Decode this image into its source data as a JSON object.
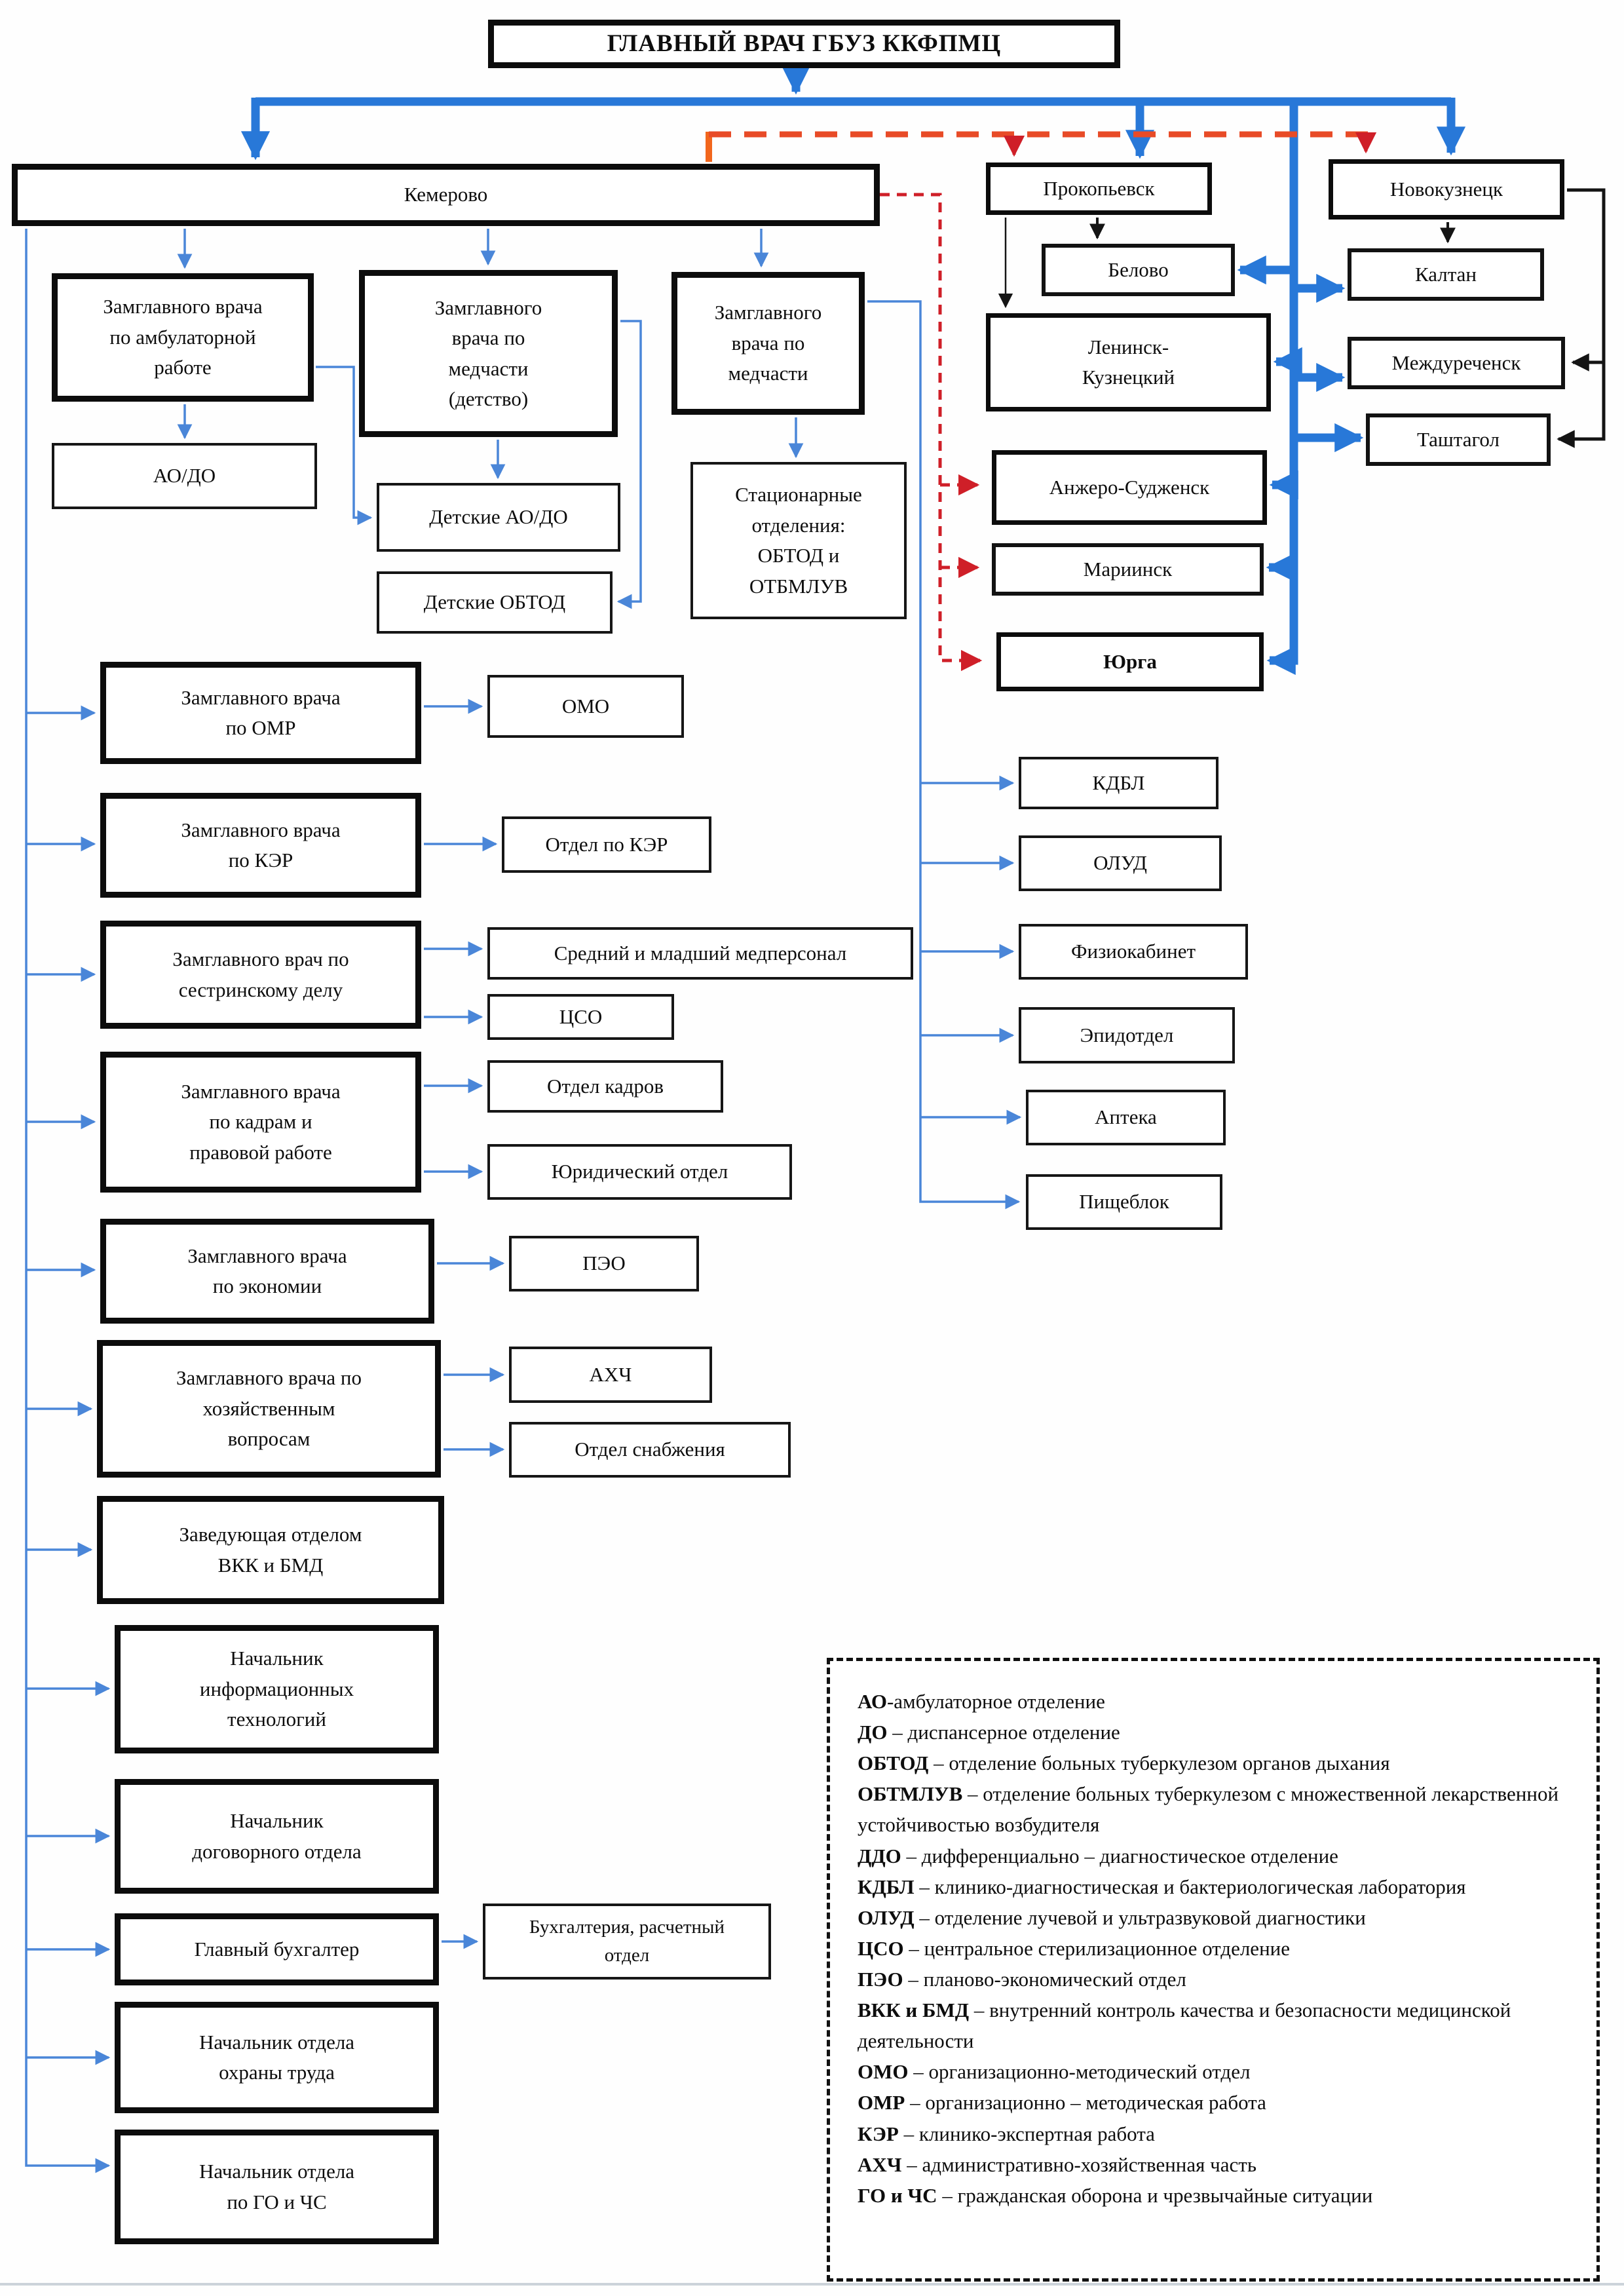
{
  "title": "ГЛАВНЫЙ ВРАЧ ГБУЗ ККФПМЦ",
  "colors": {
    "blue": "#2878d8",
    "blue2": "#4a86d8",
    "black": "#141414",
    "orange": "#f2661c",
    "redorange": "#e84b27",
    "crimson": "#cf1f28"
  },
  "nodes": {
    "glavvrach": {
      "label": "ГЛАВНЫЙ ВРАЧ ГБУЗ ККФПМЦ"
    },
    "kemerovo": {
      "label": "Кемерово"
    },
    "amb": {
      "label": "Замглавного врача\nпо амбулаторной\nработе"
    },
    "ao_do": {
      "label": "АО/ДО"
    },
    "detstvo": {
      "label": "Замглавного\nврача по\nмедчасти\n(детство)"
    },
    "det_aodo": {
      "label": "Детские АО/ДО"
    },
    "det_obtod": {
      "label": "Детские ОБТОД"
    },
    "medchasti": {
      "label": "Замглавного\nврача по\nмедчасти"
    },
    "stacionar": {
      "label": "Стационарные\nотделения:\nОБТОД и\nОТБМЛУВ"
    },
    "prokopyevsk": {
      "label": "Прокопьевск"
    },
    "belovo": {
      "label": "Белово"
    },
    "leninsk": {
      "label": "Ленинск-\nКузнецкий"
    },
    "anzhero": {
      "label": "Анжеро-Судженск"
    },
    "mariinsk": {
      "label": "Мариинск"
    },
    "yurga": {
      "label": "Юрга"
    },
    "novokuznetsk": {
      "label": "Новокузнецк"
    },
    "kaltan": {
      "label": "Калтан"
    },
    "mezhdurechensk": {
      "label": "Междуреченск"
    },
    "tashtagol": {
      "label": "Таштагол"
    },
    "kdbl": {
      "label": "КДБЛ"
    },
    "olud": {
      "label": "ОЛУД"
    },
    "fiziokab": {
      "label": "Физиокабинет"
    },
    "epidotdel": {
      "label": "Эпидотдел"
    },
    "apteka": {
      "label": "Аптека"
    },
    "pishcheblok": {
      "label": "Пищеблок"
    },
    "omr": {
      "label": "Замглавного врача\nпо ОМР"
    },
    "omo": {
      "label": "ОМО"
    },
    "ker": {
      "label": "Замглавного врача\nпо КЭР"
    },
    "otdel_ker": {
      "label": "Отдел по КЭР"
    },
    "sestr": {
      "label": "Замглавного врач по\nсестринскому делу"
    },
    "sredniy": {
      "label": "Средний и младший медперсонал"
    },
    "cso": {
      "label": "ЦСО"
    },
    "kadram": {
      "label": "Замглавного врача\nпо кадрам и\nправовой работе"
    },
    "otdel_kadrov": {
      "label": "Отдел кадров"
    },
    "yurid": {
      "label": "Юридический отдел"
    },
    "ekonomii": {
      "label": "Замглавного врача\nпо экономии"
    },
    "peo": {
      "label": "ПЭО"
    },
    "khoz": {
      "label": "Замглавного врача по\nхозяйственным\nвопросам"
    },
    "ahch": {
      "label": "АХЧ"
    },
    "snab": {
      "label": "Отдел снабжения"
    },
    "vkk": {
      "label": "Заведующая отделом\nВКК и БМД"
    },
    "it": {
      "label": "Начальник\nинформационных\nтехнологий"
    },
    "dogovor": {
      "label": "Начальник\nдоговорного отдела"
    },
    "buhgalter": {
      "label": "Главный бухгалтер"
    },
    "buh_otdel": {
      "label": "Бухгалтерия, расчетный\nотдел"
    },
    "ohrana": {
      "label": "Начальник отдела\nохраны труда"
    },
    "gochs": {
      "label": "Начальник отдела\nпо ГО и ЧС"
    }
  },
  "legend": {
    "items": [
      {
        "term": "АО",
        "desc": "-амбулаторное отделение"
      },
      {
        "term": "ДО",
        "desc": " – диспансерное отделение"
      },
      {
        "term": "ОБТОД",
        "desc": " – отделение больных туберкулезом органов дыхания"
      },
      {
        "term": "ОБТМЛУВ",
        "desc": " – отделение больных туберкулезом с множественной лекарственной устойчивостью возбудителя"
      },
      {
        "term": "ДДО",
        "desc": " – дифференциально – диагностическое отделение"
      },
      {
        "term": "КДБЛ",
        "desc": " – клинико-диагностическая и бактериологическая лаборатория"
      },
      {
        "term": "ОЛУД",
        "desc": " – отделение лучевой и ультразвуковой диагностики"
      },
      {
        "term": "ЦСО",
        "desc": " – центральное стерилизационное отделение"
      },
      {
        "term": "ПЭО",
        "desc": " – планово-экономический отдел"
      },
      {
        "term": "ВКК и БМД",
        "desc": " – внутренний контроль качества и безопасности медицинской деятельности"
      },
      {
        "term": "ОМО",
        "desc": " – организационно-методический отдел"
      },
      {
        "term": "ОМР",
        "desc": " – организационно – методическая работа"
      },
      {
        "term": "КЭР",
        "desc": " – клинико-экспертная работа"
      },
      {
        "term": "АХЧ",
        "desc": " – административно-хозяйственная часть"
      },
      {
        "term": "ГО и ЧС",
        "desc": " – гражданская оборона и чрезвычайные ситуации"
      }
    ]
  }
}
